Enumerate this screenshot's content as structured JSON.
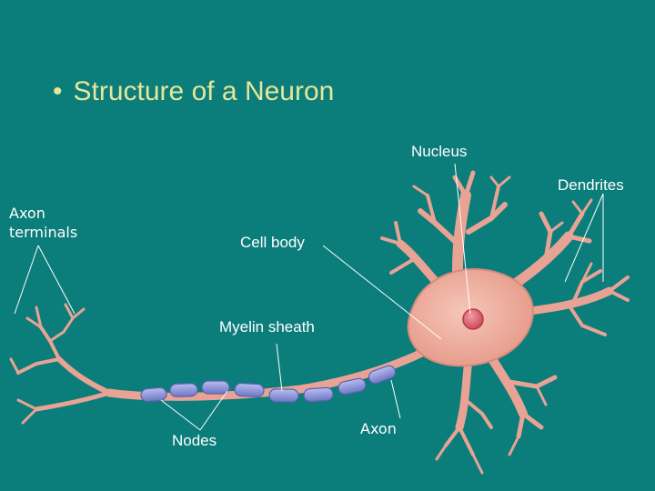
{
  "slide": {
    "bullet": "•",
    "title": "Structure of a Neuron"
  },
  "labels": {
    "nucleus": "Nucleus",
    "dendrites": "Dendrites",
    "axon_terminals_line1": "Axon",
    "axon_terminals_line2": "terminals",
    "cell_body": "Cell body",
    "myelin_sheath": "Myelin sheath",
    "nodes": "Nodes",
    "axon": "Axon"
  },
  "colors": {
    "background": "#0b7d7a",
    "title": "#e6e69a",
    "label": "#ffffff",
    "neuron_fill": "#e9a597",
    "neuron_edge": "#c97d72",
    "myelin": "#8e95d6",
    "nucleus": "#e0606e"
  }
}
